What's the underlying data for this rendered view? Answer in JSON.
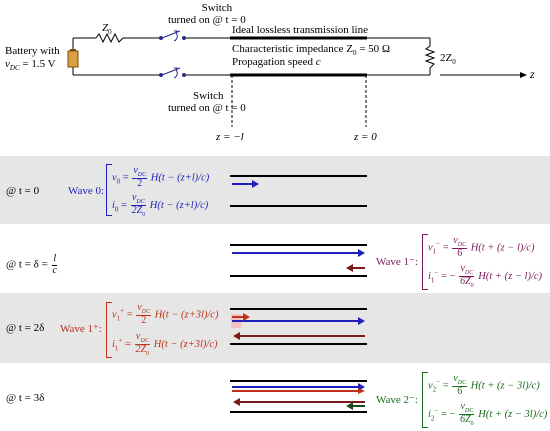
{
  "circuit": {
    "battery_label_line1": "Battery with",
    "battery_label_line2": "v",
    "battery_label_sub": "DC",
    "battery_label_val": " = 1.5 V",
    "z0_label": "Z",
    "z0_sub": "0",
    "switch_top_line1": "Switch",
    "switch_top_line2": "turned on @ t = 0",
    "switch_bot_line1": "Switch",
    "switch_bot_line2": "turned on @ t = 0",
    "tline_title": "Ideal lossless transmission line",
    "char_imp": "Characteristic impedance Z",
    "char_imp_sub": "0",
    "char_imp_val": " = 50 Ω",
    "prop_speed": "Propagation speed ",
    "prop_speed_c": "c",
    "load_label": "2Z",
    "load_sub": "0",
    "z_axis": "z",
    "z_minus_l": "z = −l",
    "z_zero": "z = 0"
  },
  "steps": [
    {
      "time": "@ t = 0",
      "wave_label": "Wave 0:",
      "color": "#1f1fbf",
      "eq_v_left": "v",
      "eq_v_sub": "0",
      "eq_v_num": "v",
      "eq_v_num_sub": "DC",
      "eq_v_den": "2",
      "eq_v_tail": "H(t − (z+l)/c)",
      "eq_i_left": "i",
      "eq_i_sub": "0",
      "eq_i_num": "v",
      "eq_i_num_sub": "DC",
      "eq_i_den": "2Z",
      "eq_i_den_sub": "0",
      "eq_i_tail": "H(t − (z+l)/c)"
    },
    {
      "time_prefix": "@ t = δ = ",
      "time_num": "l",
      "time_den": "c",
      "wave_label": "Wave 1⁻:",
      "color": "#7a1a5a",
      "eq_v_left": "v",
      "eq_v_sub": "1",
      "eq_v_sup": "−",
      "eq_v_num": "v",
      "eq_v_num_sub": "DC",
      "eq_v_den": "6",
      "eq_v_tail": "H(t + (z − l)/c)",
      "eq_i_left": "i",
      "eq_i_sub": "1",
      "eq_i_sup": "−",
      "eq_i_sign": "−",
      "eq_i_num": "v",
      "eq_i_num_sub": "DC",
      "eq_i_den": "6Z",
      "eq_i_den_sub": "0",
      "eq_i_tail": "H(t + (z − l)/c)"
    },
    {
      "time": "@ t = 2δ",
      "wave_label": "Wave 1⁺:",
      "color": "#c0301a",
      "eq_v_left": "v",
      "eq_v_sub": "1",
      "eq_v_sup": "+",
      "eq_v_num": "v",
      "eq_v_num_sub": "DC",
      "eq_v_den": "2",
      "eq_v_tail": "H(t − (z+3l)/c)",
      "eq_i_left": "i",
      "eq_i_sub": "1",
      "eq_i_sup": "+",
      "eq_i_num": "v",
      "eq_i_num_sub": "DC",
      "eq_i_den": "2Z",
      "eq_i_den_sub": "0",
      "eq_i_tail": "H(t − (z+3l)/c)"
    },
    {
      "time": "@ t = 3δ",
      "wave_label": "Wave 2⁻:",
      "color": "#1a6a1a",
      "eq_v_left": "v",
      "eq_v_sub": "2",
      "eq_v_sup": "−",
      "eq_v_num": "v",
      "eq_v_num_sub": "DC",
      "eq_v_den": "6",
      "eq_v_tail": "H(t + (z − 3l)/c)",
      "eq_i_left": "i",
      "eq_i_sub": "2",
      "eq_i_sup": "−",
      "eq_i_sign": "−",
      "eq_i_num": "v",
      "eq_i_num_sub": "DC",
      "eq_i_den": "6Z",
      "eq_i_den_sub": "0",
      "eq_i_tail": "H(t + (z − 3l)/c)"
    }
  ],
  "colors": {
    "wave0": "#1f1fbf",
    "wave1_minus": "#7a1a1a",
    "wave1_plus": "#c0301a",
    "wave2_minus": "#1a4a1a",
    "band": "#e6e6e6"
  }
}
